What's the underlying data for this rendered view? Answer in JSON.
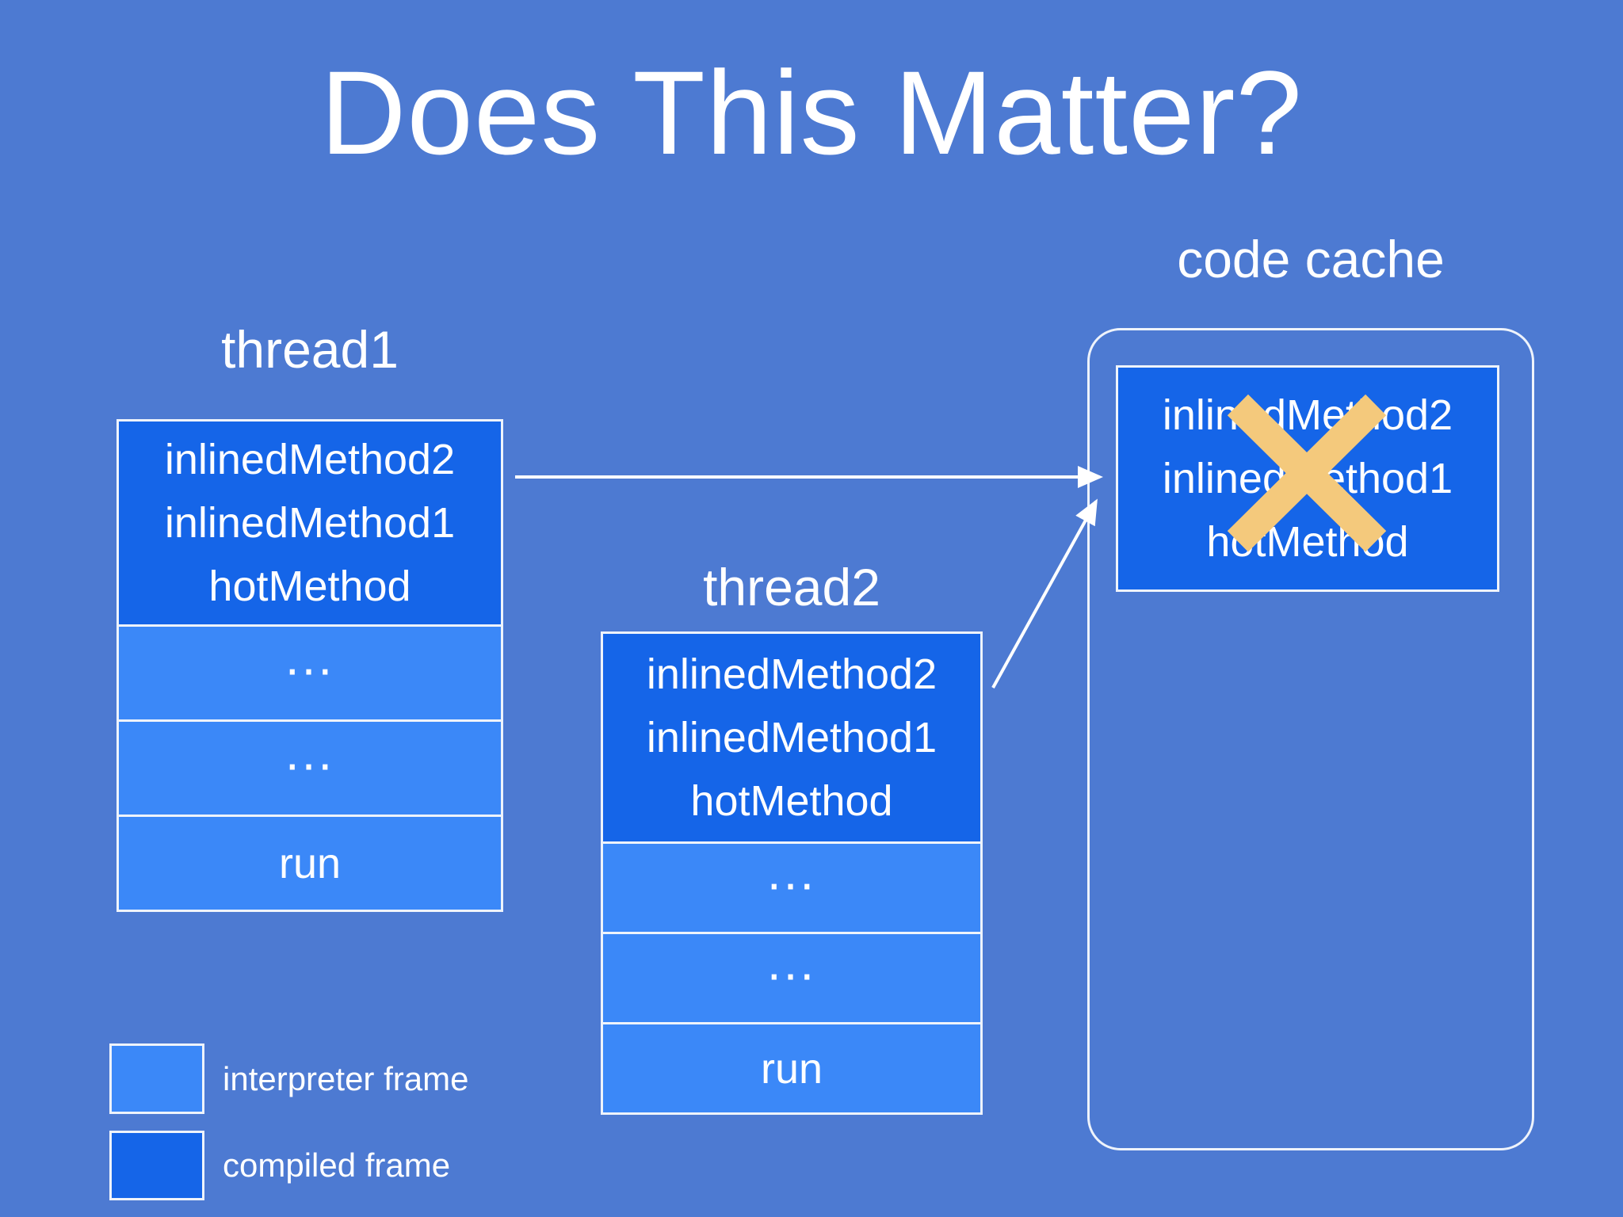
{
  "title": "Does This Matter?",
  "colors": {
    "background": "#4d7ad2",
    "compiled_frame": "#1565e8",
    "interpreter_frame": "#3b88f8",
    "cross": "#f4c97c",
    "border": "#eef3fb",
    "text": "#ffffff"
  },
  "threads": {
    "thread1": {
      "label": "thread1",
      "compiled_frame": {
        "lines": [
          "inlinedMethod2",
          "inlinedMethod1",
          "hotMethod"
        ]
      },
      "interpreter_frames": [
        "...",
        "...",
        "run"
      ]
    },
    "thread2": {
      "label": "thread2",
      "compiled_frame": {
        "lines": [
          "inlinedMethod2",
          "inlinedMethod1",
          "hotMethod"
        ]
      },
      "interpreter_frames": [
        "...",
        "...",
        "run"
      ]
    }
  },
  "code_cache": {
    "label": "code cache",
    "compiled_frame": {
      "lines": [
        "inlinedMethod2",
        "inlinedMethod1",
        "hotMethod"
      ]
    },
    "cross_icon": "invalidated-x-cross"
  },
  "legend": [
    {
      "label": "interpreter frame"
    },
    {
      "label": "compiled frame"
    }
  ]
}
